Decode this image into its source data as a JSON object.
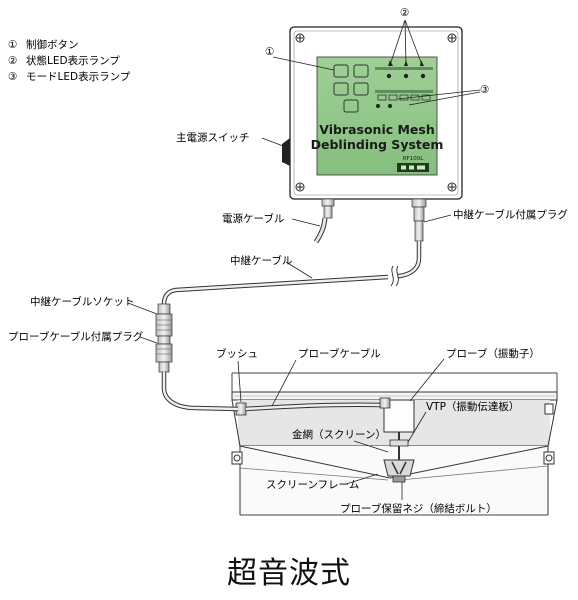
{
  "legend": {
    "items": [
      {
        "num": "①",
        "text": "制御ボタン"
      },
      {
        "num": "②",
        "text": "状態LED表示ランプ"
      },
      {
        "num": "③",
        "text": "モードLED表示ランプ"
      }
    ]
  },
  "controller": {
    "brand_line1": "Vibrasonic Mesh",
    "brand_line2": "Deblinding System",
    "model": "RF100L",
    "callout_1": "①",
    "callout_2": "②",
    "callout_3": "③"
  },
  "labels": {
    "main_power_switch": "主電源スイッチ",
    "power_cable": "電源ケーブル",
    "relay_cable_plug": "中継ケーブル付属プラグ",
    "relay_cable": "中継ケーブル",
    "relay_cable_socket": "中継ケーブルソケット",
    "probe_cable_plug": "プローブケーブル付属プラグ",
    "bushing": "ブッシュ",
    "probe_cable": "プローブケーブル",
    "probe": "プローブ（振動子）",
    "vtp": "VTP（振動伝達板）",
    "mesh": "金網（スクリーン）",
    "screen_frame": "スクリーンフレーム",
    "probe_retaining_screw": "プローブ保留ネジ（締結ボルト）"
  },
  "caption": "超音波式"
}
